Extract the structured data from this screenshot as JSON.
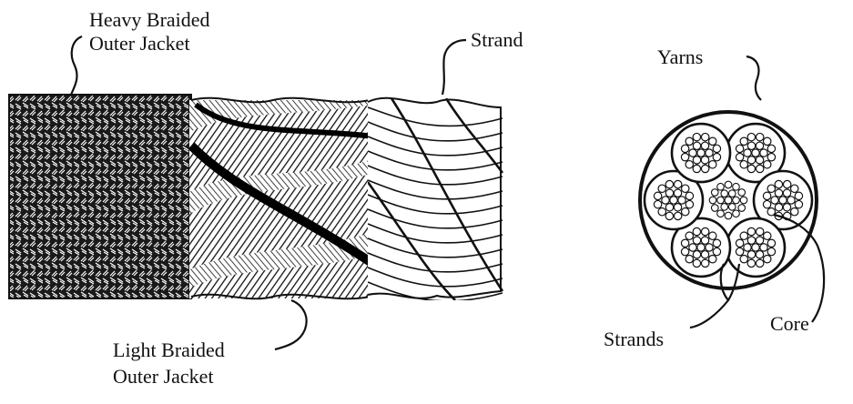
{
  "labels": {
    "heavy_jacket": [
      "Heavy Braided",
      "Outer Jacket"
    ],
    "strand": "Strand",
    "light_jacket": [
      "Light Braided",
      "Outer Jacket"
    ],
    "yarns": "Yarns",
    "strands": "Strands",
    "core": "Core"
  },
  "colors": {
    "ink": "#111111",
    "paper": "#ffffff"
  }
}
